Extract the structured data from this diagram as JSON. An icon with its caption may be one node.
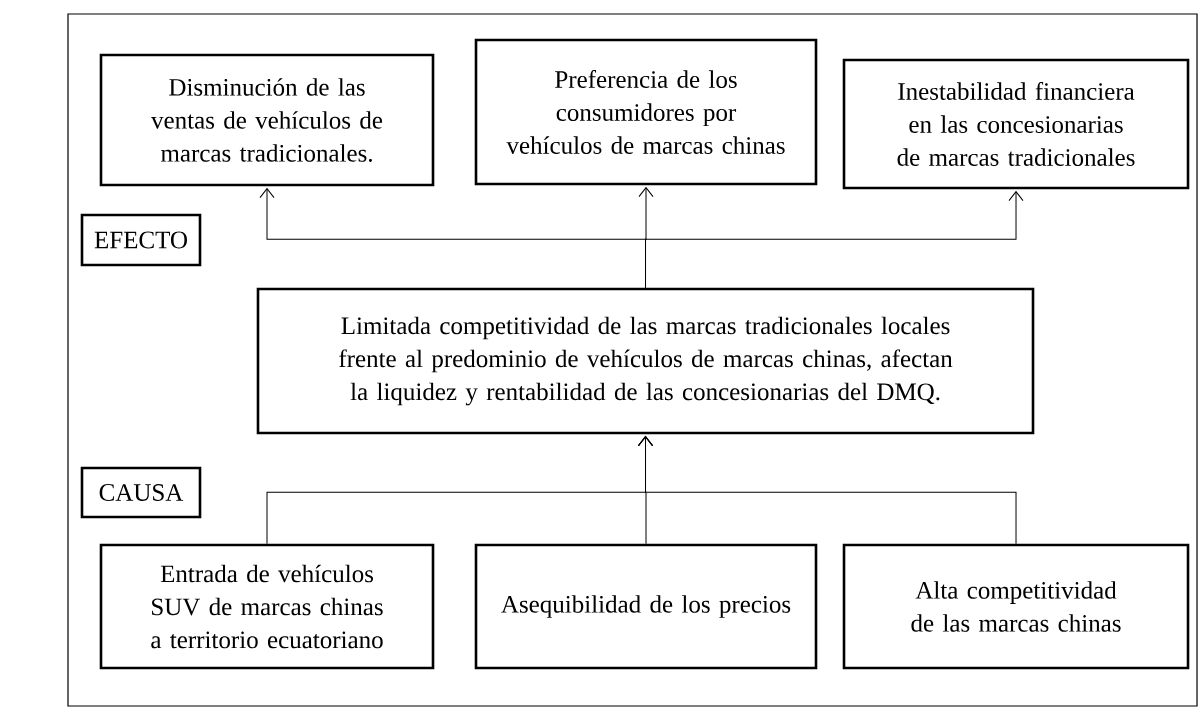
{
  "diagram": {
    "nodes": [
      {
        "text": [
          "Disminución de las ventas de vehículos de marcas tradicionales."
        ]
      },
      {
        "text": [
          "Preferencia de los consumidores por vehículos de marcas chinas"
        ]
      },
      {
        "text": [
          "Inestabilidad financiera en las concesionarias de marcas tradicionales"
        ]
      },
      {
        "text": [
          "EFECTO"
        ]
      },
      {
        "text": [
          "Limitada competitividad de las marcas tradicionales locales frente al predominio de vehículos de marcas chinas, afectan la liquidez y rentabilidad de las concesionarias del DMQ."
        ]
      },
      {
        "text": [
          "CAUSA"
        ]
      },
      {
        "text": [
          "Entrada de vehículos SUV de marcas chinas a territorio ecuatoriano"
        ]
      },
      {
        "text": [
          "Asequibilidad de los precios"
        ]
      },
      {
        "text": [
          "Alta competitividad de las marcas chinas"
        ]
      }
    ],
    "edges": [
      {
        "from": 4,
        "to": 0,
        "arrow": "to"
      },
      {
        "from": 4,
        "to": 1,
        "arrow": "to"
      },
      {
        "from": 4,
        "to": 2,
        "arrow": "to"
      },
      {
        "from": 6,
        "to": 4,
        "arrow": "to"
      },
      {
        "from": 7,
        "to": 4,
        "arrow": "to"
      },
      {
        "from": 8,
        "to": 4,
        "arrow": "to"
      }
    ]
  }
}
